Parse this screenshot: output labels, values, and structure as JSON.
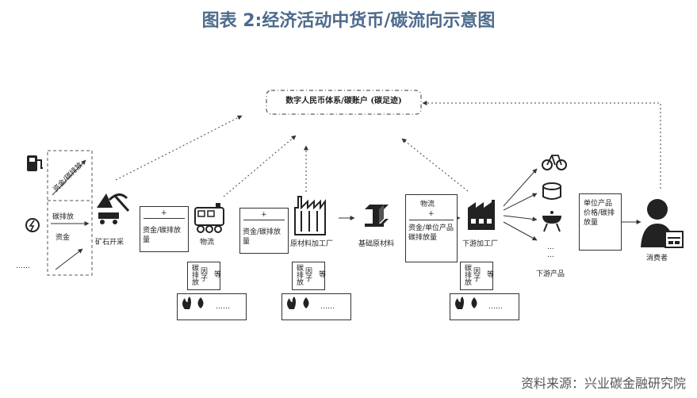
{
  "title": "图表 2:经济活动中货币/碳流向示意图",
  "source": "资料来源：兴业碳金融研究院",
  "top_box": "数字人民币体系/碳账户 (碳足迹)",
  "left_panel": {
    "rot_text": "资金/碳排放",
    "emission_label": "碳排放",
    "funds_label": "资金",
    "ellipsis": "……"
  },
  "nodes": {
    "mining": "矿石开采",
    "logistics": "物流",
    "raw": "原材料加工厂",
    "base": "基础原材料",
    "downstream": "下游加工厂",
    "products": "下游产品",
    "consumer": "消费者"
  },
  "flow_boxes": {
    "b1_plus": "+",
    "b1_text": "资金/碳排放量",
    "b2_plus": "+",
    "b2_text": "资金/碳排放量",
    "b3_top": "物流",
    "b3_plus": "+",
    "b3_text": "资金/单位产品碳排放量",
    "b4_text": "单位产品价格/碳排放量"
  },
  "factor_boxes": {
    "f1": [
      "碳排放",
      "因子",
      "等"
    ],
    "f2": [
      "碳排放",
      "因子",
      "等"
    ],
    "f3": [
      "碳排放",
      "因子",
      "等"
    ]
  },
  "energy_ellipsis": "……",
  "products_ellipsis": "…"
}
